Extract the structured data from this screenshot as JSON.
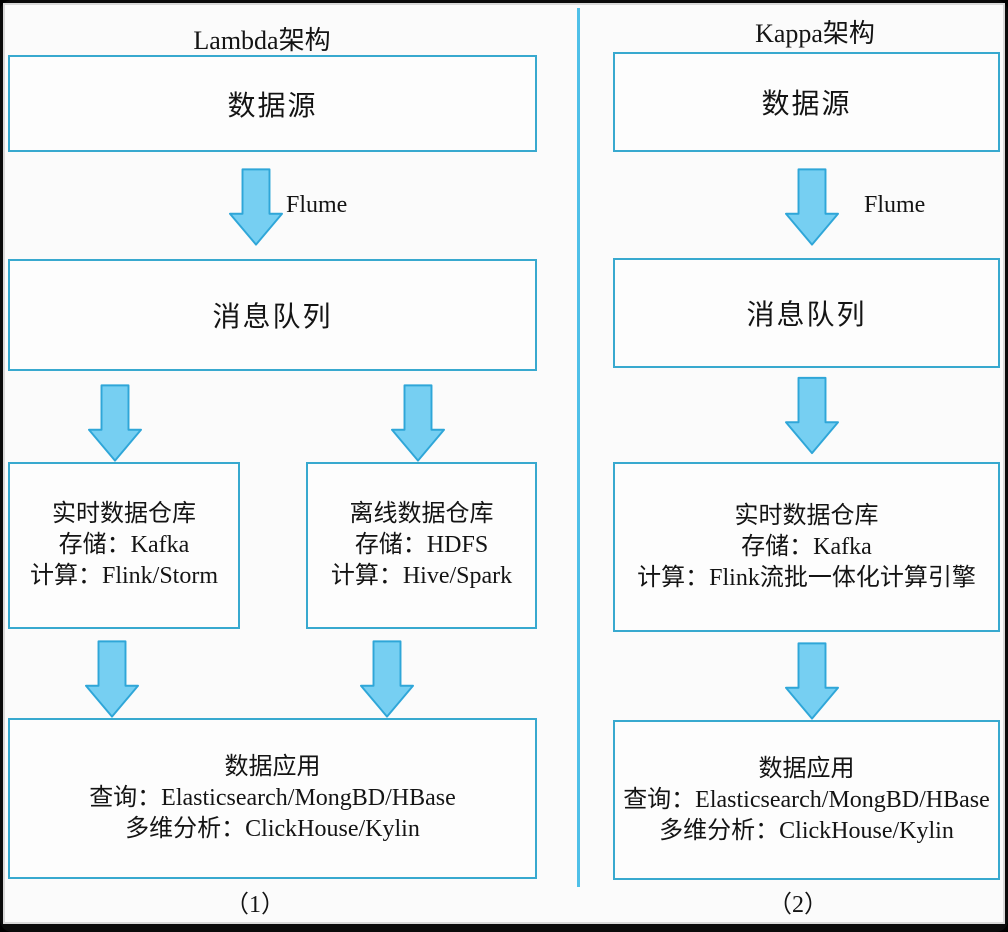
{
  "diagram": {
    "left": {
      "title": "Lambda架构",
      "source_box": "数据源",
      "flume_label": "Flume",
      "queue_box": "消息队列",
      "realtime_box": {
        "line1": "实时数据仓库",
        "line2": "存储：Kafka",
        "line3": "计算：Flink/Storm"
      },
      "offline_box": {
        "line1": "离线数据仓库",
        "line2": "存储：HDFS",
        "line3": "计算：Hive/Spark"
      },
      "app_box": {
        "line1": "数据应用",
        "line2": "查询：Elasticsearch/MongBD/HBase",
        "line3": "多维分析：ClickHouse/Kylin"
      },
      "caption": "（1）"
    },
    "right": {
      "title": "Kappa架构",
      "source_box": "数据源",
      "flume_label": "Flume",
      "queue_box": "消息队列",
      "realtime_box": {
        "line1": "实时数据仓库",
        "line2": "存储：Kafka",
        "line3": "计算：Flink流批一体化计算引擎"
      },
      "app_box": {
        "line1": "数据应用",
        "line2": "查询：Elasticsearch/MongBD/HBase",
        "line3": "多维分析：ClickHouse/Kylin"
      },
      "caption": "（2）"
    },
    "icons": {
      "arrow": "down-arrow-icon"
    },
    "colors": {
      "box_border": "#38a9cf",
      "arrow_fill": "#76cff2",
      "arrow_stroke": "#2fa6d8",
      "divider": "#4fc0e8"
    }
  }
}
